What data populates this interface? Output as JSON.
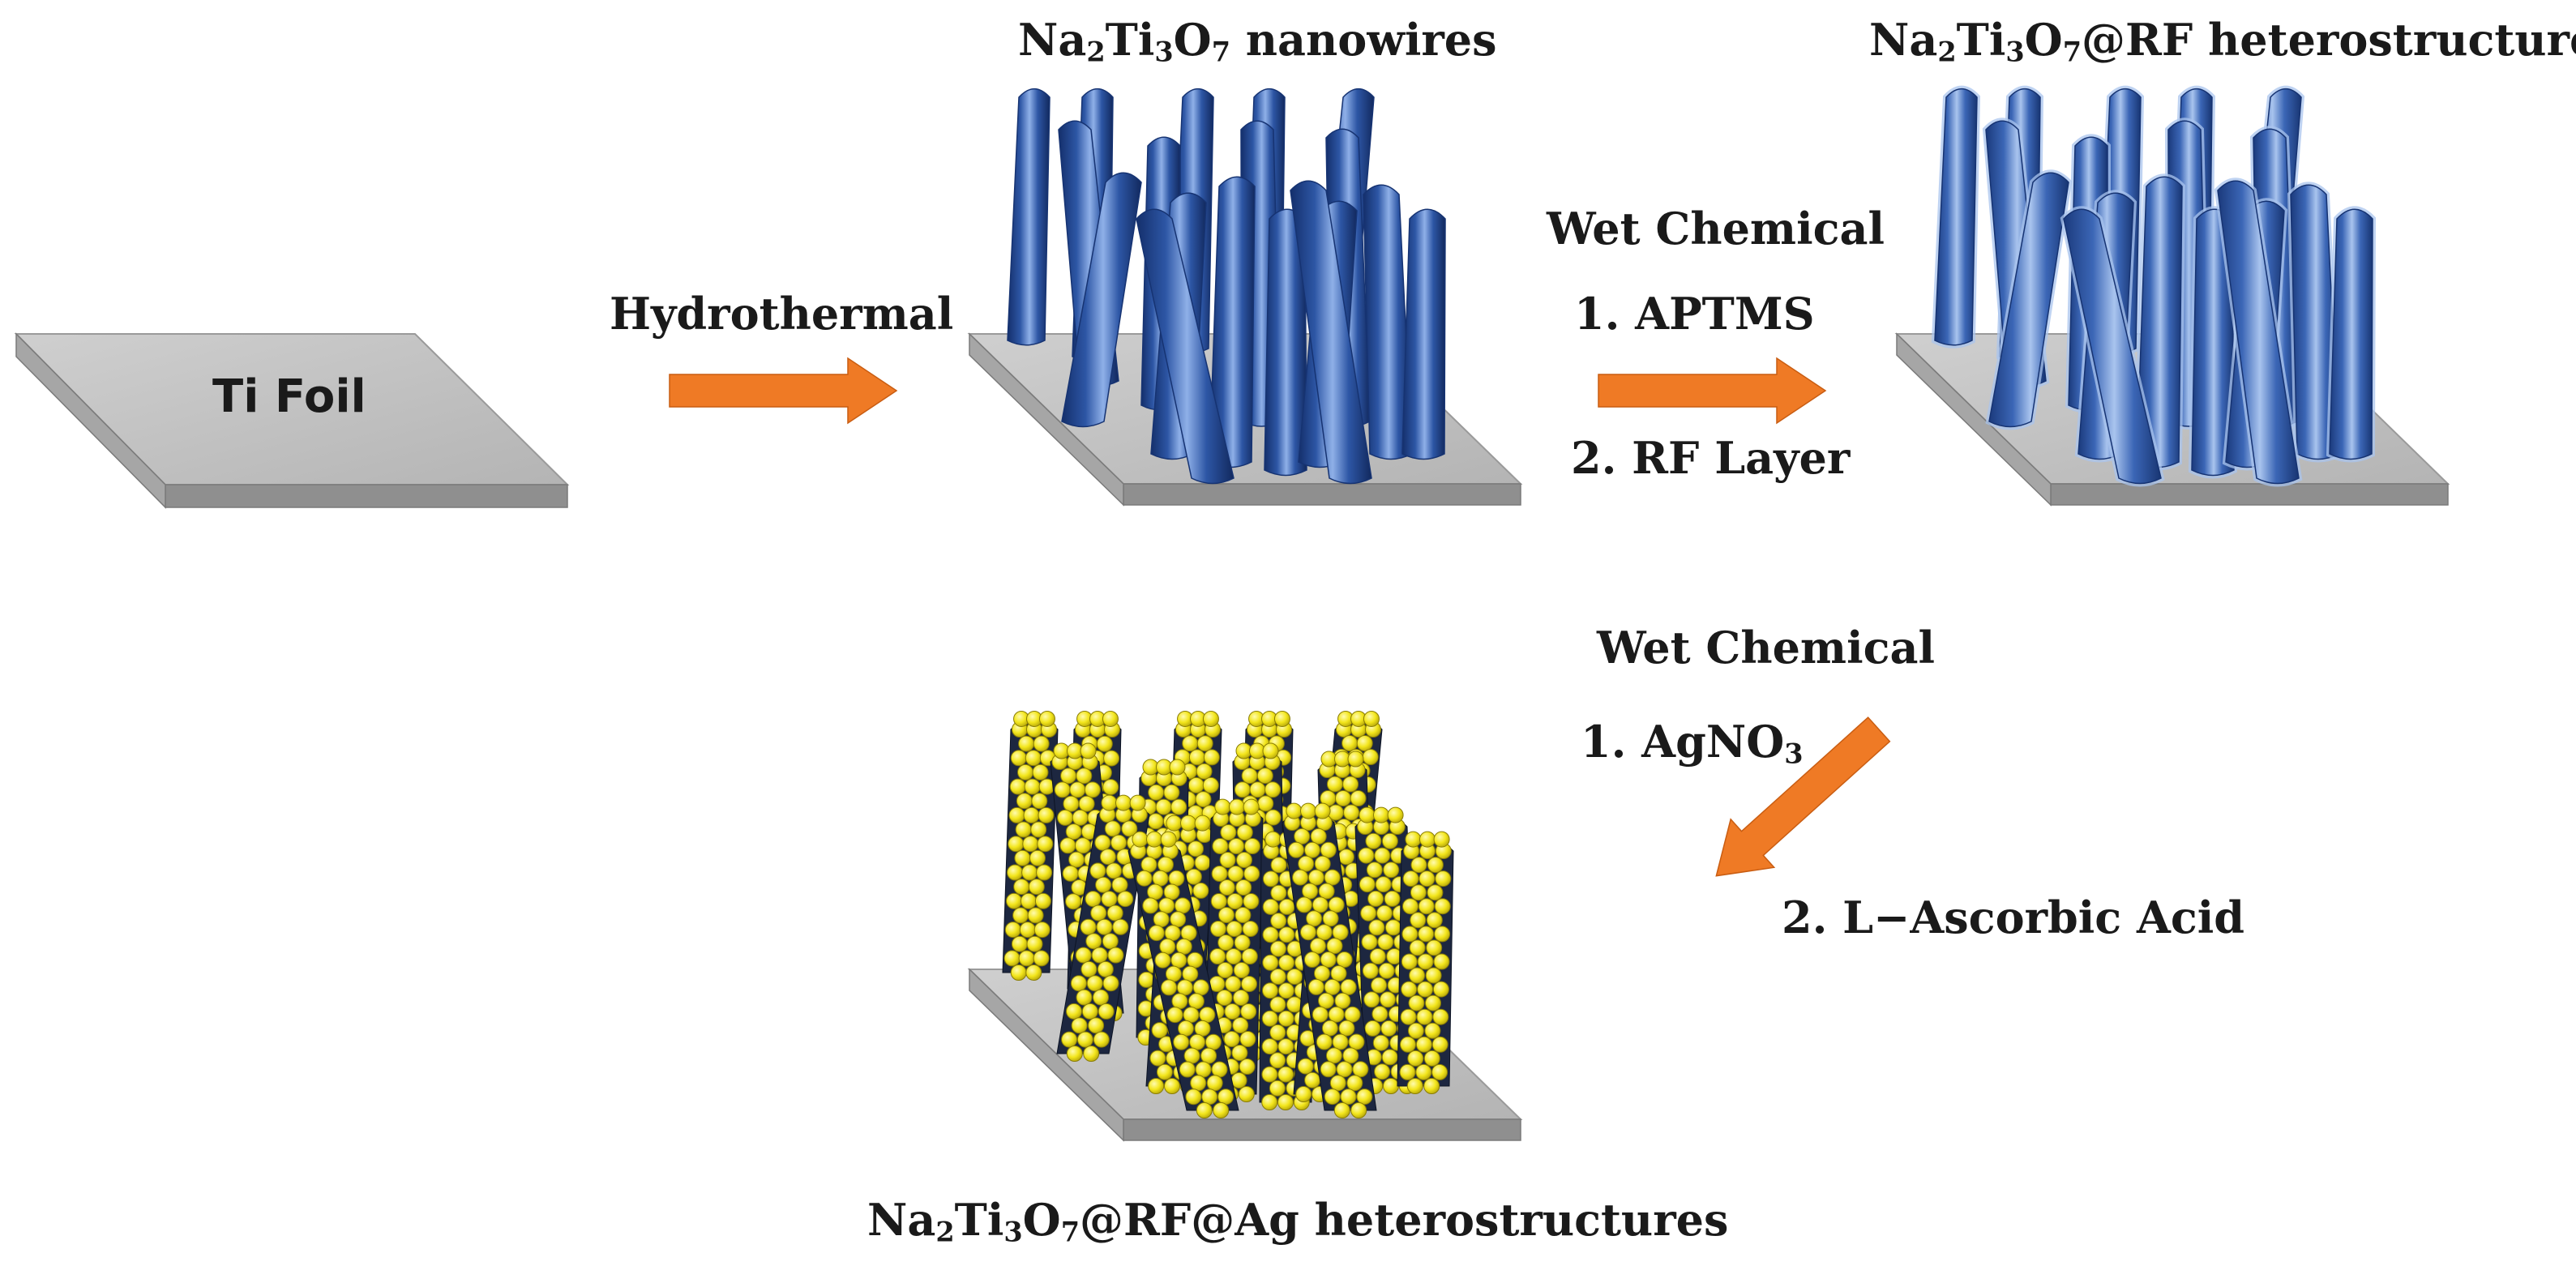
{
  "diagram": {
    "colors": {
      "foil_top": "#c4c4c4",
      "foil_side": "#8f8f8f",
      "nanowire": "#2d56a5",
      "nanowire_highlight": "#8fb0e8",
      "rf_coating": "#a9c4ee",
      "ag_particle": "#f3e61c",
      "arrow": "#ef7a25"
    },
    "substrate": {
      "label": "Ti Foil"
    },
    "nanowires": {
      "title": {
        "p1": "Na",
        "s1": "2",
        "p2": "Ti",
        "s2": "3",
        "p3": "O",
        "s3": "7",
        "p4": " nanowires"
      }
    },
    "rf_heterostructures": {
      "title": {
        "p1": "Na",
        "s1": "2",
        "p2": "Ti",
        "s2": "3",
        "p3": "O",
        "s3": "7",
        "p4": "@RF heterostructures"
      }
    },
    "ag_heterostructures": {
      "title": {
        "p1": "Na",
        "s1": "2",
        "p2": "Ti",
        "s2": "3",
        "p3": "O",
        "s3": "7",
        "p4": "@RF@Ag heterostructures"
      }
    },
    "step1": {
      "label": "Hydrothermal"
    },
    "step2": {
      "header": "Wet Chemical",
      "item1": "1. APTMS",
      "item2": "2. RF Layer"
    },
    "step3": {
      "header": "Wet Chemical",
      "item1_text": "1. AgNO",
      "item1_sub": "3",
      "item2": "2. L−Ascorbic Acid"
    }
  }
}
